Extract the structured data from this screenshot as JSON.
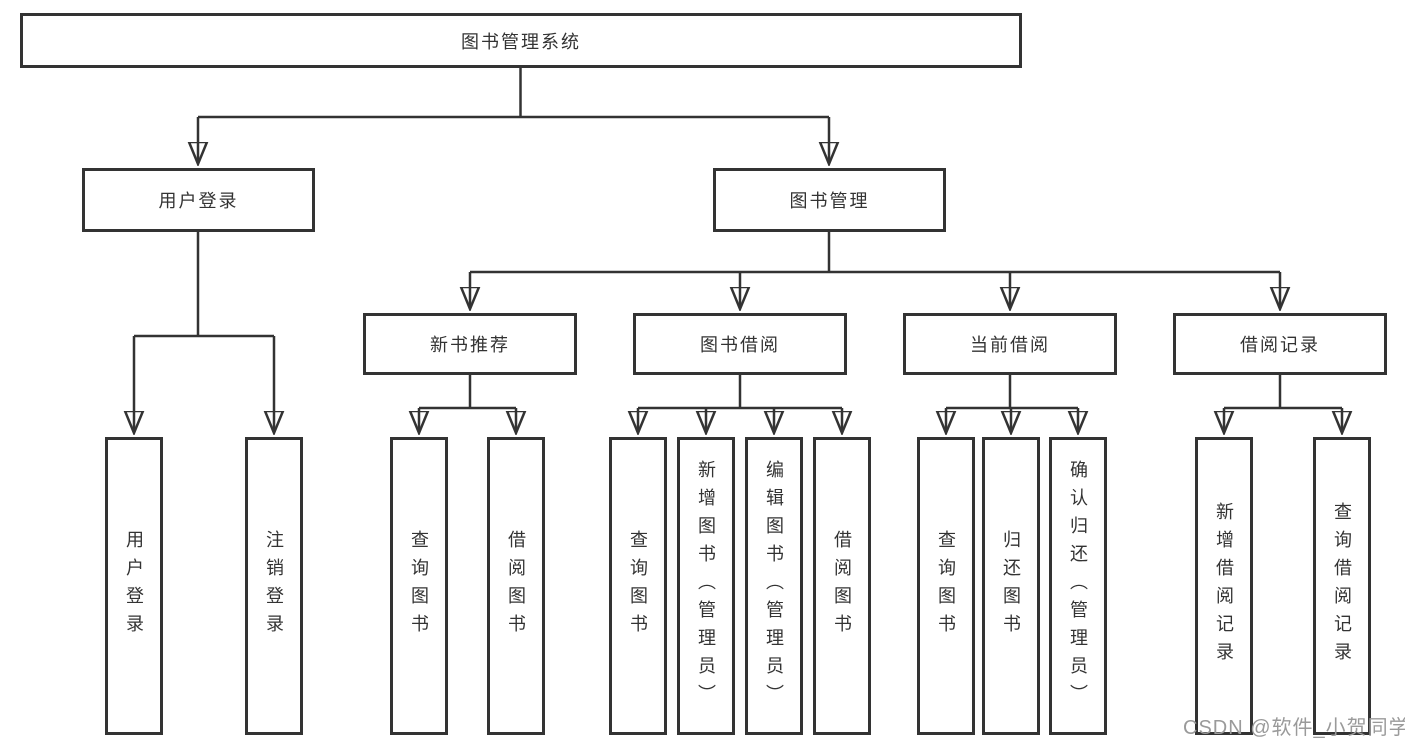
{
  "diagram": {
    "root": {
      "label": "图书管理系统"
    },
    "branches": [
      {
        "label": "用户登录",
        "children": [
          {
            "label": "用户登录"
          },
          {
            "label": "注销登录"
          }
        ]
      },
      {
        "label": "图书管理",
        "children": [
          {
            "label": "新书推荐",
            "children": [
              {
                "label": "查询图书"
              },
              {
                "label": "借阅图书"
              }
            ]
          },
          {
            "label": "图书借阅",
            "children": [
              {
                "label": "查询图书"
              },
              {
                "label": "新增图书（管理员）"
              },
              {
                "label": "编辑图书（管理员）"
              },
              {
                "label": "借阅图书"
              }
            ]
          },
          {
            "label": "当前借阅",
            "children": [
              {
                "label": "查询图书"
              },
              {
                "label": "归还图书"
              },
              {
                "label": "确认归还（管理员）"
              }
            ]
          },
          {
            "label": "借阅记录",
            "children": [
              {
                "label": "新增借阅记录"
              },
              {
                "label": "查询借阅记录"
              }
            ]
          }
        ]
      }
    ]
  },
  "watermark": {
    "text": "CSDN @软件_小贺同学"
  },
  "colors": {
    "line": "#333333",
    "text": "#333333",
    "box_background": "#ffffff",
    "watermark": "#9a9a9a"
  }
}
